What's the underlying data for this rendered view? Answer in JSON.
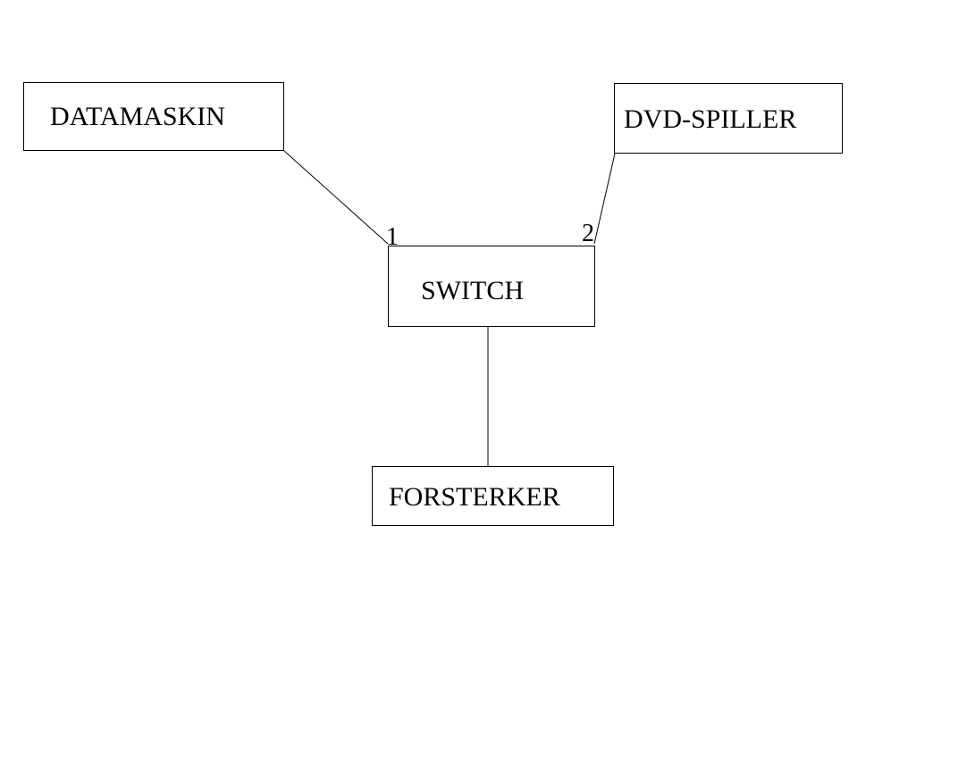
{
  "diagram": {
    "nodes": {
      "computer": {
        "label": "DATAMASKIN"
      },
      "dvd_player": {
        "label": "DVD-SPILLER"
      },
      "switch": {
        "label": "SWITCH"
      },
      "amplifier": {
        "label": "FORSTERKER"
      }
    },
    "ports": {
      "port_1": "1",
      "port_2": "2"
    },
    "connections": [
      {
        "from": "computer",
        "to": "switch",
        "port": "1"
      },
      {
        "from": "dvd_player",
        "to": "switch",
        "port": "2"
      },
      {
        "from": "switch",
        "to": "amplifier"
      }
    ],
    "colors": {
      "line": "#000000",
      "background": "#ffffff"
    }
  }
}
